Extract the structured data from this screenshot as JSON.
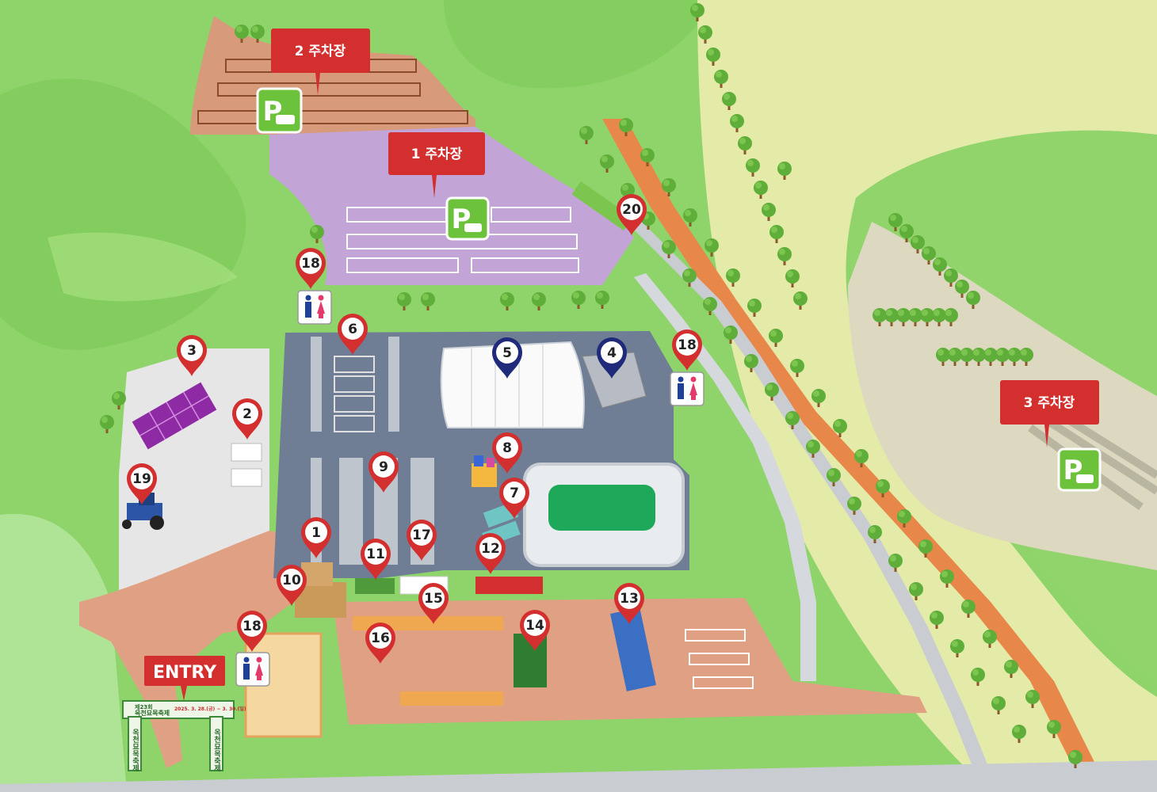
{
  "colors": {
    "grass": "#8fd46a",
    "grass_dark": "#6cc24a",
    "road_orange": "#e8874a",
    "road_grey": "#c9cdd2",
    "parking_purple": "#c2a4d6",
    "parking_brown": "#d79a7a",
    "festival_ground": "#e0a083",
    "asphalt": "#6f7e95",
    "label_red": "#d32f2f",
    "pin_red": "#d32f2f",
    "pin_navy": "#1f2a7a",
    "parking_green": "#6cc23a"
  },
  "parking_lots": [
    {
      "id": "p2",
      "label": "2 주차장",
      "sign": "P"
    },
    {
      "id": "p1",
      "label": "1 주차장",
      "sign": "P"
    },
    {
      "id": "p3",
      "label": "3 주차장",
      "sign": "P"
    }
  ],
  "entry": {
    "label": "ENTRY"
  },
  "gate": {
    "banner_edition": "제23회",
    "banner_title": "옥천묘목축제",
    "banner_dates": "2025. 3. 28.(금) ~ 3. 30.(일)",
    "pillar_text": "옥천묘목축제"
  },
  "pins": [
    {
      "num": "1",
      "color": "red"
    },
    {
      "num": "2",
      "color": "red"
    },
    {
      "num": "3",
      "color": "red"
    },
    {
      "num": "4",
      "color": "navy"
    },
    {
      "num": "5",
      "color": "navy"
    },
    {
      "num": "6",
      "color": "red"
    },
    {
      "num": "7",
      "color": "red"
    },
    {
      "num": "8",
      "color": "red"
    },
    {
      "num": "9",
      "color": "red"
    },
    {
      "num": "10",
      "color": "red"
    },
    {
      "num": "11",
      "color": "red"
    },
    {
      "num": "12",
      "color": "red"
    },
    {
      "num": "13",
      "color": "red"
    },
    {
      "num": "14",
      "color": "red"
    },
    {
      "num": "15",
      "color": "red"
    },
    {
      "num": "16",
      "color": "red"
    },
    {
      "num": "17",
      "color": "red"
    },
    {
      "num": "18",
      "color": "red"
    },
    {
      "num": "18",
      "color": "red"
    },
    {
      "num": "18",
      "color": "red"
    },
    {
      "num": "19",
      "color": "red"
    },
    {
      "num": "20",
      "color": "red"
    }
  ],
  "icons": [
    "restroom-icon",
    "restroom-icon",
    "restroom-icon",
    "parking-icon",
    "parking-icon",
    "parking-icon"
  ]
}
